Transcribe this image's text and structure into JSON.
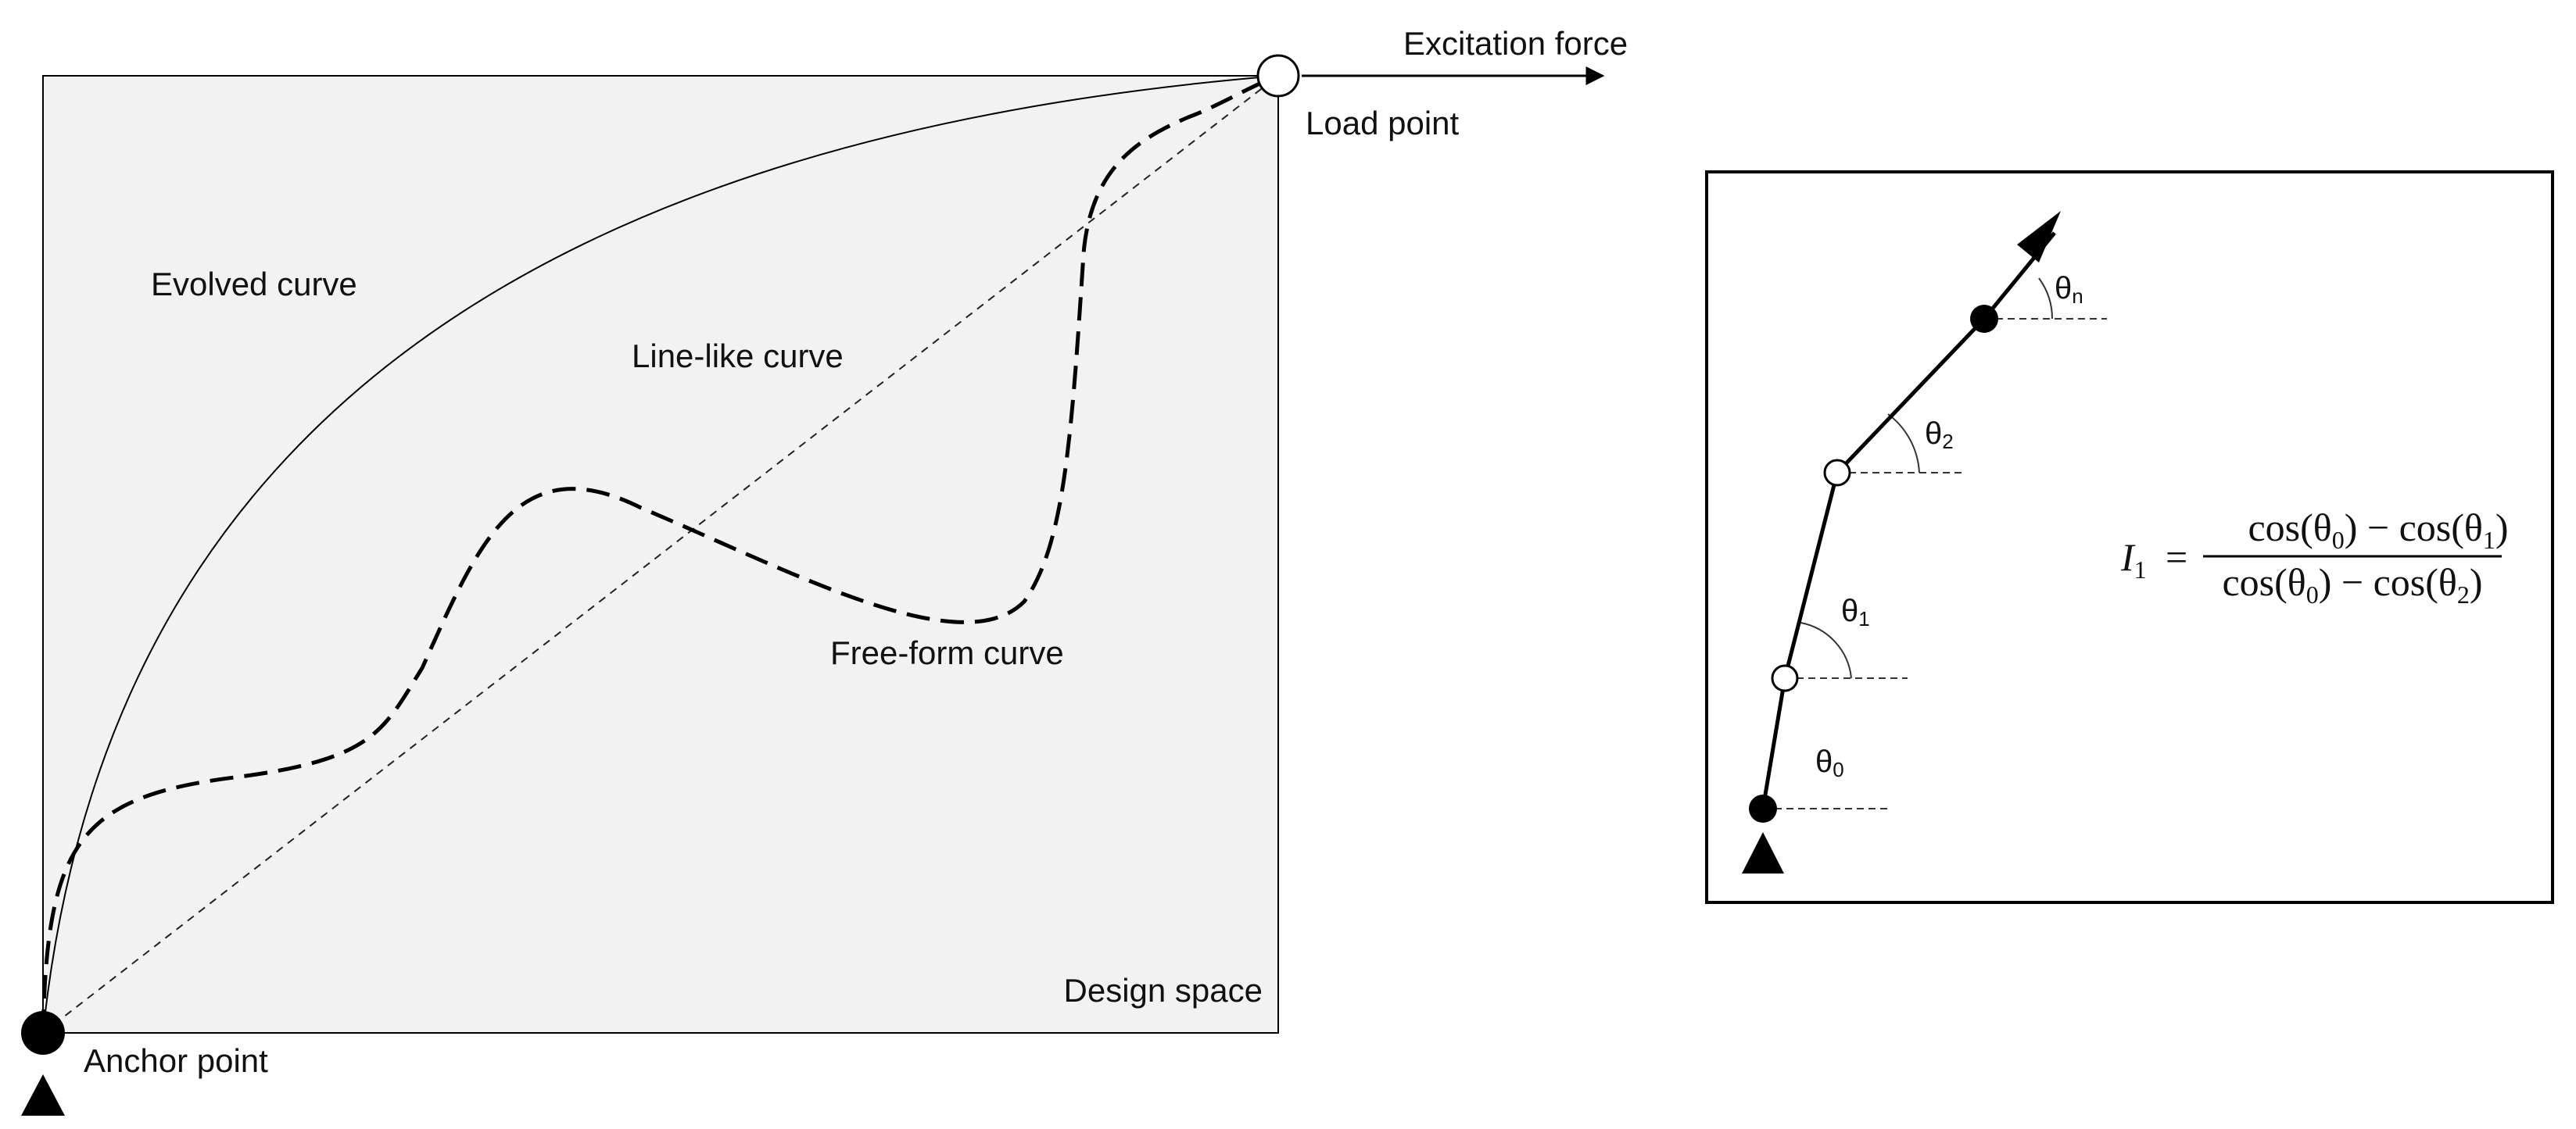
{
  "left_panel": {
    "labels": {
      "excitation_force": "Excitation force",
      "load_point": "Load point",
      "anchor_point": "Anchor point",
      "design_space": "Design space",
      "evolved_curve": "Evolved curve",
      "line_like_curve": "Line-like curve",
      "free_form_curve": "Free-form curve"
    },
    "colors": {
      "design_space_fill": "#f2f2f2",
      "stroke": "#000000"
    }
  },
  "right_panel": {
    "angles": [
      {
        "symbol": "θ",
        "sub": "0"
      },
      {
        "symbol": "θ",
        "sub": "1"
      },
      {
        "symbol": "θ",
        "sub": "2"
      },
      {
        "symbol": "θ",
        "sub": "n"
      }
    ],
    "formula": {
      "lhs_symbol": "I",
      "lhs_sub": "1",
      "equals": "=",
      "numerator": {
        "a": "cos(θ",
        "a_sub": "0",
        "b": ") − cos(θ",
        "b_sub": "1",
        "c": ")"
      },
      "denominator": {
        "a": "cos(θ",
        "a_sub": "0",
        "b": ") − cos(θ",
        "b_sub": "2",
        "c": ")"
      }
    }
  }
}
